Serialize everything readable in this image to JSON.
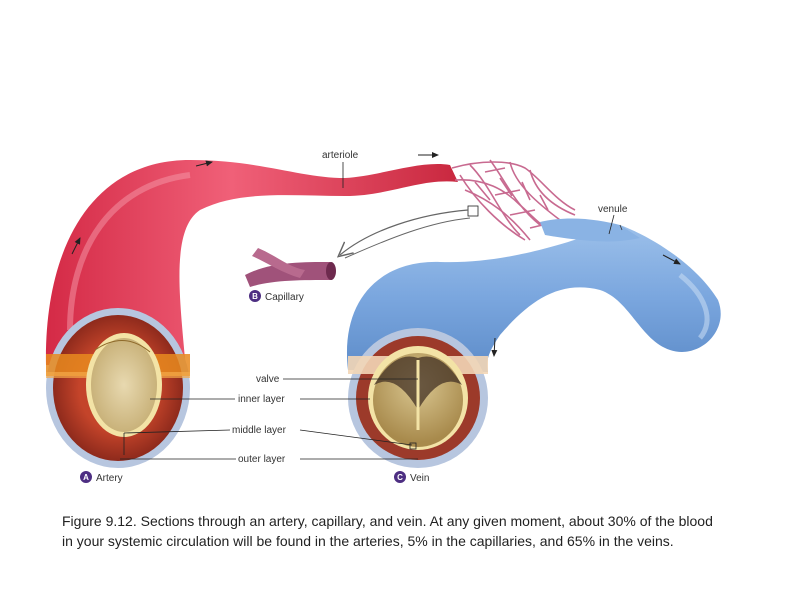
{
  "labels": {
    "arteriole": "arteriole",
    "venule": "venule",
    "capillary": "Capillary",
    "artery": "Artery",
    "vein": "Vein",
    "valve": "valve",
    "inner_layer": "inner layer",
    "middle_layer": "middle layer",
    "outer_layer": "outer layer"
  },
  "badges": {
    "a": "A",
    "b": "B",
    "c": "C"
  },
  "caption": "Figure 9.12.  Sections through an artery, capillary, and vein. At any given moment, about 30% of the blood in your systemic circulation will be found in the arteries, 5% in the capillaries, and 65% in the veins.",
  "colors": {
    "artery": "#e0344f",
    "vein": "#7aa6de",
    "capillary": "#a0527a",
    "badge": "#4d2e82"
  }
}
